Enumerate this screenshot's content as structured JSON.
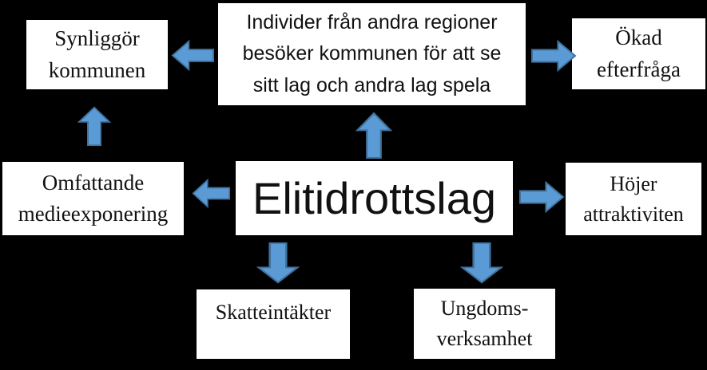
{
  "diagram": {
    "title": "Elitidrottslag effects diagram",
    "nodes": {
      "center": {
        "label": "Elitidrottslag"
      },
      "top_center": {
        "label": "Individer från andra regioner\nbesöker kommunen för att se\nsitt lag och andra lag spela"
      },
      "top_left": {
        "label": "Synliggör\nkommunen"
      },
      "top_right": {
        "label": "Ökad\nefterfråga"
      },
      "mid_left": {
        "label": "Omfattande\nmedieexponering"
      },
      "mid_right": {
        "label": "Höjer\nattraktiviten"
      },
      "bottom_left": {
        "label": "Skatteintäkter"
      },
      "bottom_right": {
        "label": "Ungdoms-\nverksamhet"
      }
    },
    "colors": {
      "background": "#000000",
      "node_bg": "#ffffff",
      "node_text": "#111111",
      "arrow_fill": "#5b9bd5",
      "arrow_stroke": "#41719c"
    }
  }
}
